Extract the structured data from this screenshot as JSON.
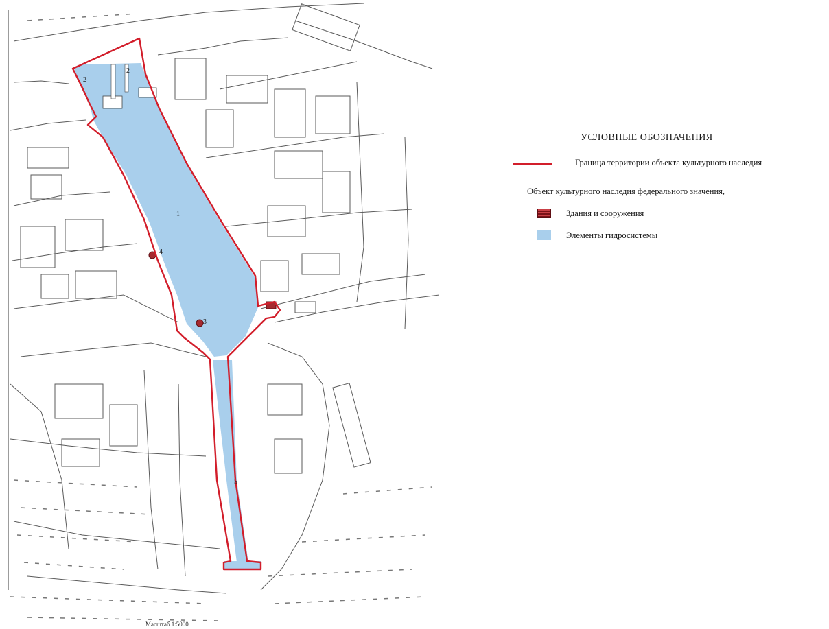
{
  "map": {
    "zone_labels": [
      "2",
      "2",
      "1",
      "4",
      "3",
      "5"
    ],
    "scale_label": "Масштаб 1:5000",
    "colors": {
      "border": "#d21e2b",
      "water": "#a9cfec",
      "buildings": "#a52a30"
    }
  },
  "legend": {
    "title": "УСЛОВНЫЕ ОБОЗНАЧЕНИЯ",
    "border_label": "Граница территории объекта культурного наследия",
    "object_label": "Объект культурного наследия федерального значения,",
    "buildings_label": "Здания и сооружения",
    "water_label": "Элементы гидросистемы"
  }
}
